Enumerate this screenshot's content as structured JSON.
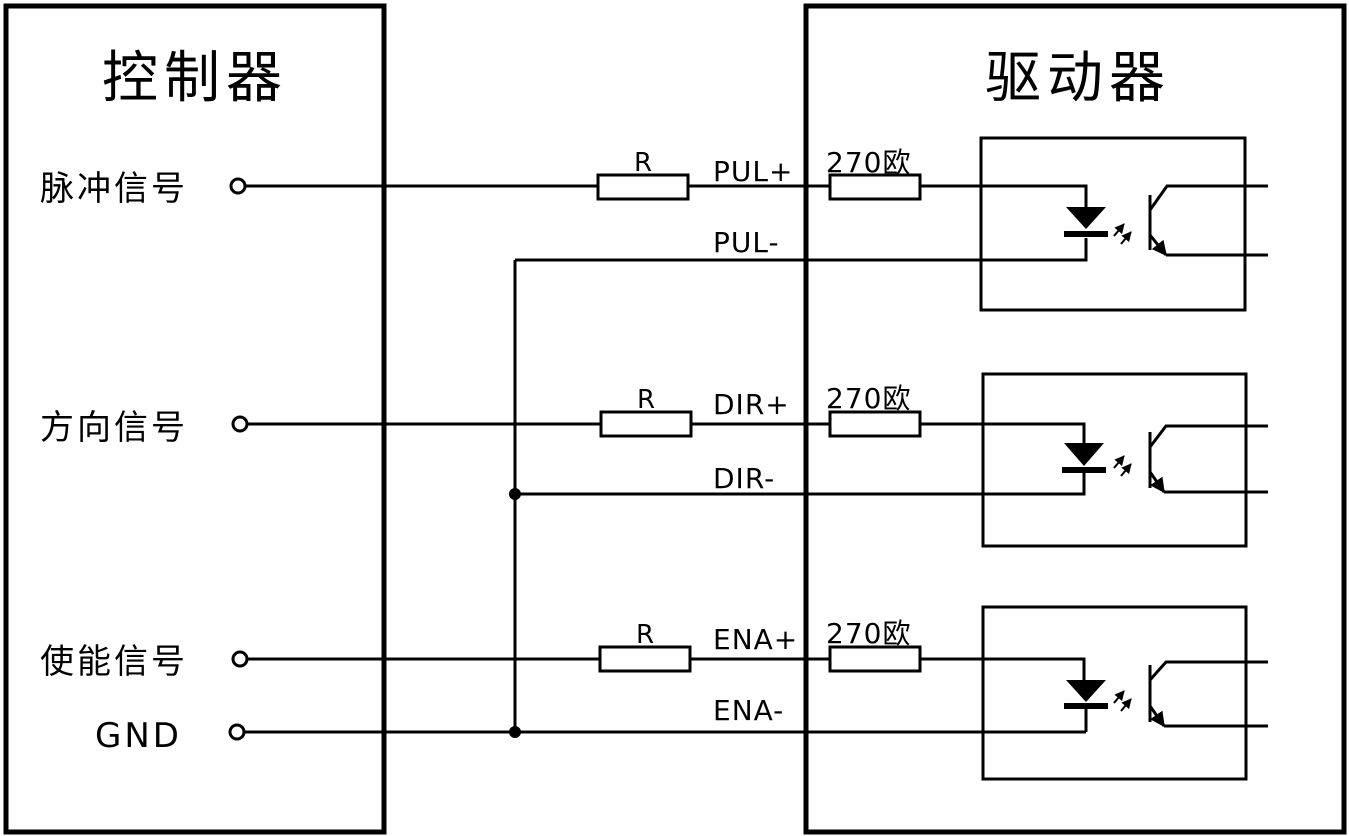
{
  "controller": {
    "title": "控制器",
    "signals": [
      "脉冲信号",
      "方向信号",
      "使能信号",
      "GND"
    ]
  },
  "driver": {
    "title": "驱动器"
  },
  "channels": [
    {
      "r_label": "R",
      "plus": "PUL+",
      "minus": "PUL-",
      "resistor": "270欧"
    },
    {
      "r_label": "R",
      "plus": "DIR+",
      "minus": "DIR-",
      "resistor": "270欧"
    },
    {
      "r_label": "R",
      "plus": "ENA+",
      "minus": "ENA-",
      "resistor": "270欧"
    }
  ]
}
